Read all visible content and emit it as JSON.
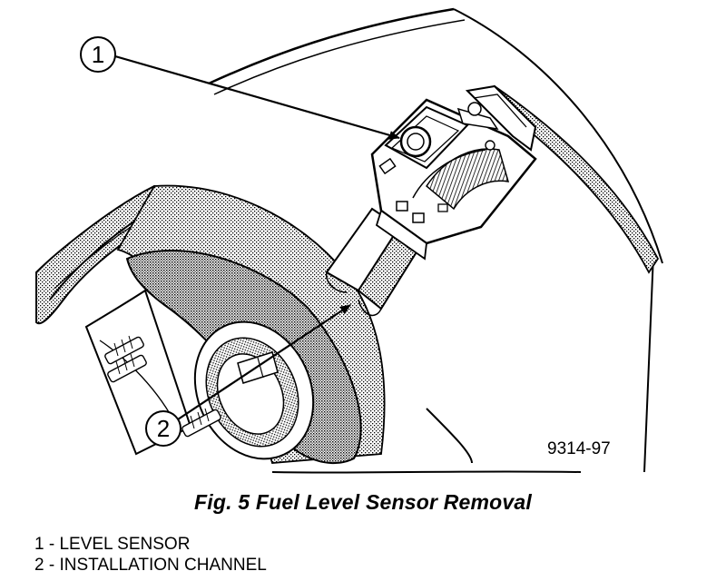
{
  "figure": {
    "caption": "Fig. 5 Fuel Level Sensor Removal",
    "figure_id": "9314-97"
  },
  "callouts": [
    {
      "number": "1",
      "label": "LEVEL SENSOR"
    },
    {
      "number": "2",
      "label": "INSTALLATION CHANNEL"
    }
  ],
  "legend": [
    "1 - LEVEL SENSOR",
    "2 - INSTALLATION CHANNEL"
  ],
  "colors": {
    "line": "#000000",
    "background": "#ffffff",
    "shading": "#9a9a9a"
  }
}
